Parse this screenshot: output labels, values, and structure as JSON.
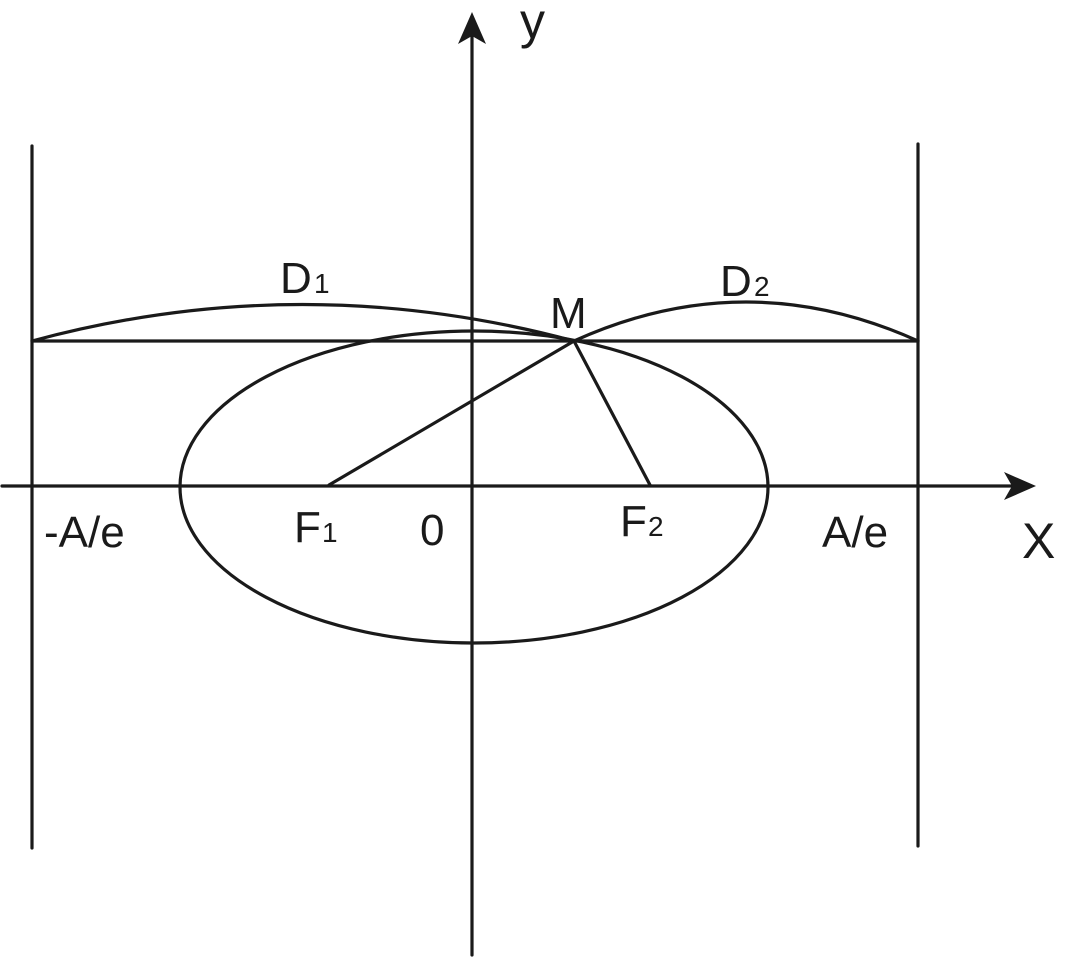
{
  "labels": {
    "y_axis": "y",
    "x_axis": "X",
    "origin": "0",
    "left_directrix": "-A/e",
    "right_directrix": "A/e",
    "focus1_letter": "F",
    "focus1_index": "1",
    "focus2_letter": "F",
    "focus2_index": "2",
    "point_m": "M",
    "d1_letter": "D",
    "d1_index": "1",
    "d2_letter": "D",
    "d2_index": "2"
  },
  "style": {
    "line_color": "#1a1a1a",
    "background": "#ffffff"
  }
}
